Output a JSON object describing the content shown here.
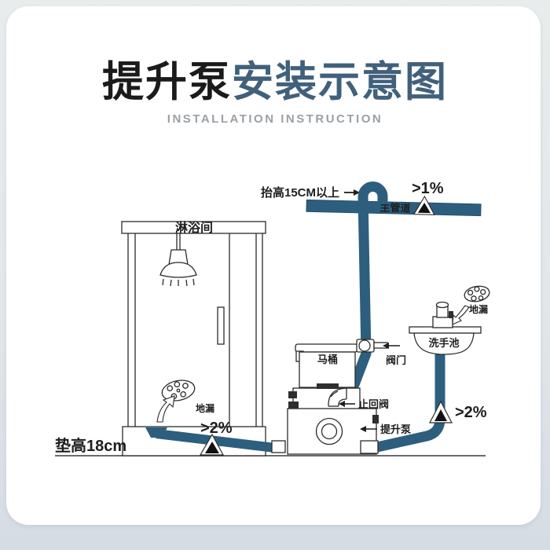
{
  "title": {
    "black": "提升泵",
    "blue": "安装示意图",
    "subtitle": "INSTALLATION INSTRUCTION"
  },
  "colors": {
    "pipe": "#2d5e7e",
    "pipe_edge": "#1d4a66",
    "title_accent": "#41607c"
  },
  "diagram": {
    "shower": {
      "room_label": "淋浴间",
      "floor_drain_label": "地漏",
      "pad_height_label": "垫高18cm",
      "slope_label": ">2%"
    },
    "main_pipe": {
      "label": "主管道",
      "raise_note": "抬高15CM以上",
      "slope_label": ">1%"
    },
    "toilet": {
      "label": "马桶"
    },
    "valve": {
      "label": "阀门"
    },
    "check_valve": {
      "label": "止回阀"
    },
    "pump": {
      "label": "提升泵"
    },
    "sink": {
      "label": "洗手池",
      "floor_drain_label": "地漏",
      "slope_label": ">2%"
    }
  }
}
